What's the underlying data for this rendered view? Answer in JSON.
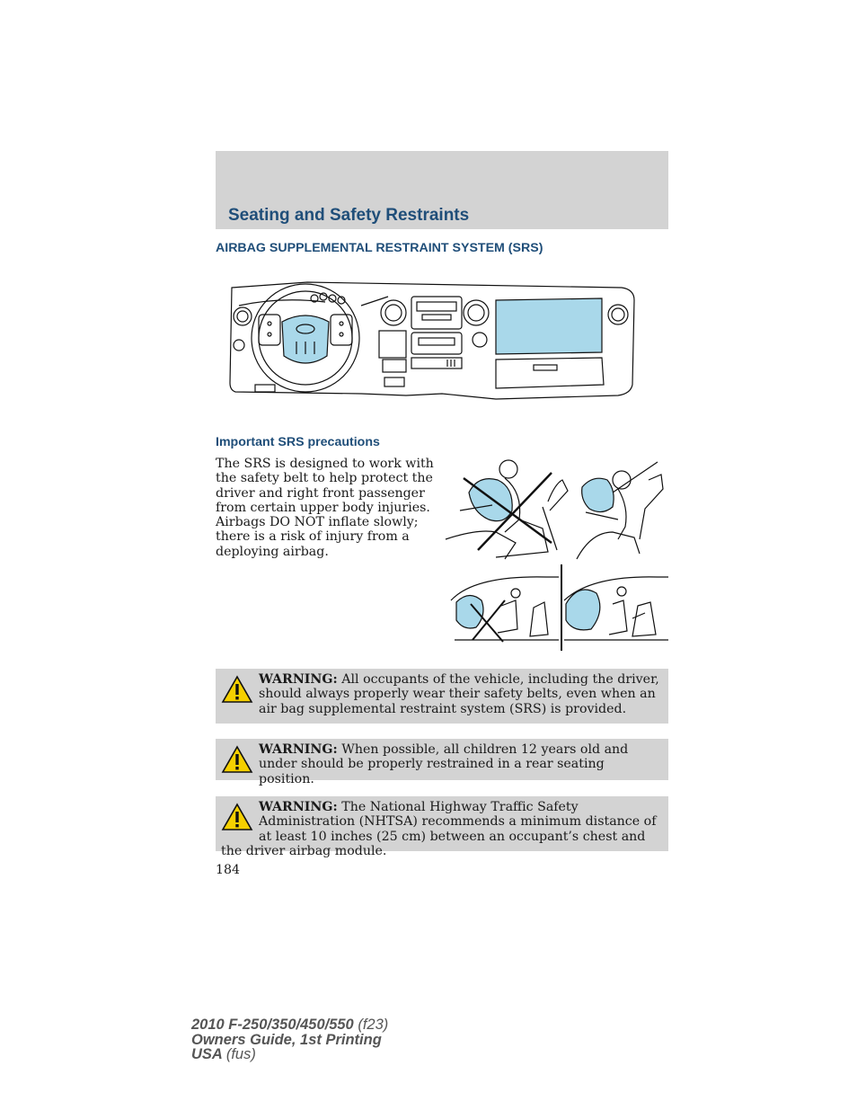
{
  "header": {
    "title": "Seating and Safety Restraints"
  },
  "section": {
    "heading": "AIRBAG SUPPLEMENTAL RESTRAINT SYSTEM (SRS)"
  },
  "subsection": {
    "heading": "Important SRS precautions",
    "body_lines": [
      "The SRS is designed to work with",
      "the safety belt to help protect the",
      "driver and right front passenger",
      "from certain upper body injuries.",
      "Airbags DO NOT inflate slowly;",
      "there is a risk of injury from a",
      "deploying airbag."
    ]
  },
  "warnings": [
    {
      "label": "WARNING:",
      "text": "All occupants of the vehicle, including the driver, should always properly wear their safety belts, even when an air bag supplemental restraint system (SRS) is provided."
    },
    {
      "label": "WARNING:",
      "text": "When possible, all children 12 years old and under should be properly restrained in a rear seating position."
    },
    {
      "label": "WARNING:",
      "text": "The National Highway Traffic Safety Administration (NHTSA) recommends a minimum distance of at least 10 inches (25 cm) between an occupant’s chest and the driver airbag module."
    }
  ],
  "page_number": "184",
  "footer": {
    "line1_bold": "2010 F-250/350/450/550",
    "line1_light": "(f23)",
    "line2_bold": "Owners Guide, 1st Printing",
    "line3_bold": "USA",
    "line3_light": "(fus)"
  },
  "colors": {
    "heading": "#1f4e79",
    "band": "#d3d3d3",
    "airbag_fill": "#a9d8ea"
  },
  "icons": {
    "warning": "warning-triangle-icon",
    "dashboard": "dashboard-airbag-illustration",
    "occupants": "occupant-position-illustration",
    "vehicle_side": "vehicle-side-airbag-illustration"
  }
}
